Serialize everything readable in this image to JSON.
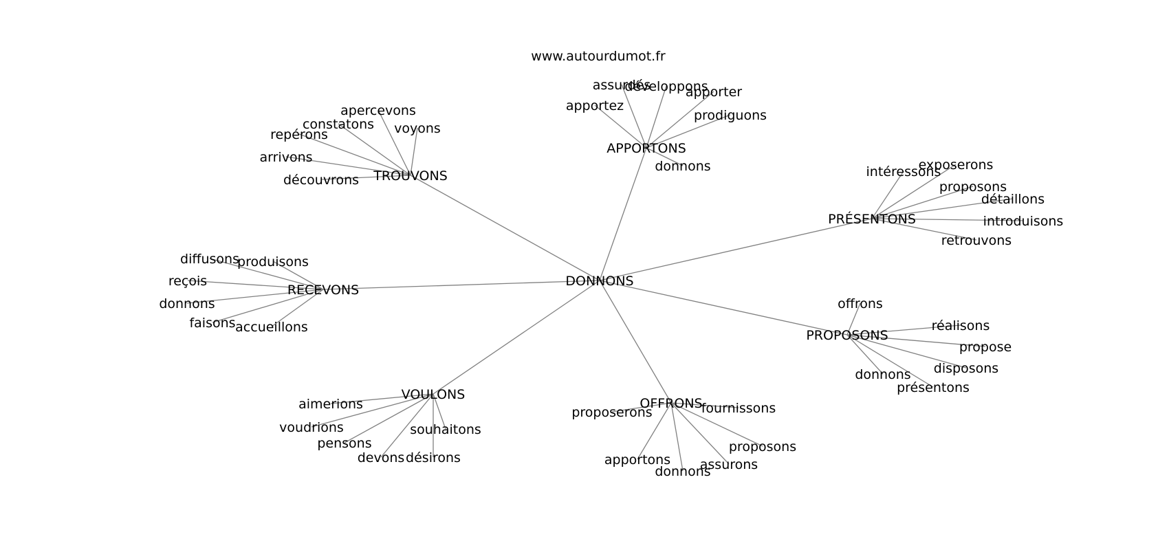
{
  "watermark": "www.autourdumot.fr",
  "center": "DONNONS",
  "clusters": [
    {
      "hub": "APPORTONS",
      "leaves": [
        "assurdés",
        "développons",
        "apporter",
        "apportez",
        "prodiguons",
        "donnons"
      ]
    },
    {
      "hub": "TROUVONS",
      "leaves": [
        "apercevons",
        "constatons",
        "voyons",
        "repérons",
        "arrivons",
        "découvrons"
      ]
    },
    {
      "hub": "PRÉSENTONS",
      "leaves": [
        "intéressons",
        "exposerons",
        "proposons",
        "détaillons",
        "introduisons",
        "retrouvons"
      ]
    },
    {
      "hub": "RECEVONS",
      "leaves": [
        "diffusons",
        "produisons",
        "reçois",
        "donnons",
        "faisons",
        "accueillons"
      ]
    },
    {
      "hub": "PROPOSONS",
      "leaves": [
        "offrons",
        "réalisons",
        "propose",
        "disposons",
        "donnons",
        "présentons"
      ]
    },
    {
      "hub": "VOULONS",
      "leaves": [
        "aimerions",
        "voudrions",
        "pensons",
        "devons",
        "désirons",
        "souhaitons"
      ]
    },
    {
      "hub": "OFFRONS",
      "leaves": [
        "proposerons",
        "fournissons",
        "apportons",
        "donnons",
        "assurons",
        "proposons"
      ]
    }
  ]
}
